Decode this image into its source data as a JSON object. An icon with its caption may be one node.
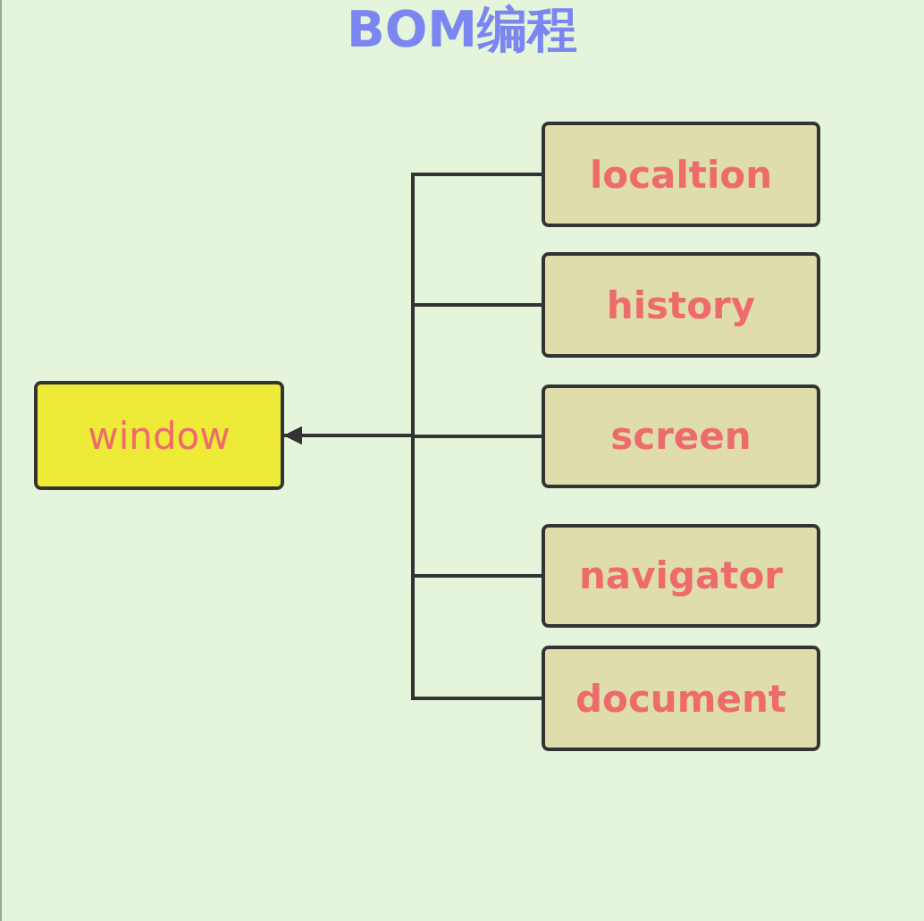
{
  "diagram": {
    "title": "BOM编程",
    "nodes": [
      {
        "text": [
          "window"
        ]
      },
      {
        "text": [
          "localtion"
        ]
      },
      {
        "text": [
          "history"
        ]
      },
      {
        "text": [
          "screen"
        ]
      },
      {
        "text": [
          "navigator"
        ]
      },
      {
        "text": [
          "document"
        ]
      }
    ],
    "edges": [
      {
        "from": 1,
        "to": 0,
        "arrow": "to"
      },
      {
        "from": 2,
        "to": 0,
        "arrow": "to"
      },
      {
        "from": 3,
        "to": 0,
        "arrow": "to"
      },
      {
        "from": 4,
        "to": 0,
        "arrow": "to"
      },
      {
        "from": 5,
        "to": 0,
        "arrow": "to"
      }
    ]
  }
}
